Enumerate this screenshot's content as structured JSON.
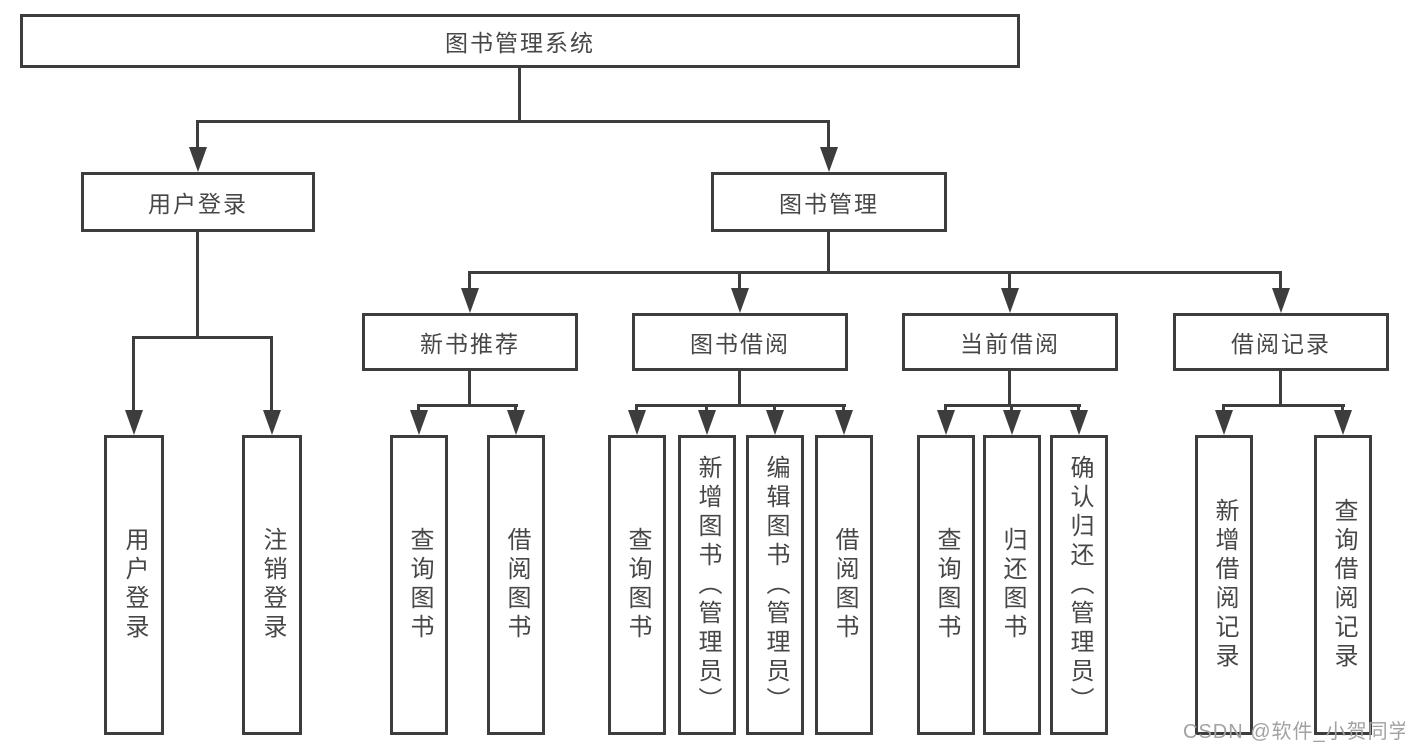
{
  "diagram": {
    "root_label": "图书管理系统",
    "level2": {
      "user_login": "用户登录",
      "book_management": "图书管理"
    },
    "level3": {
      "new_book_recommend": "新书推荐",
      "book_borrowing": "图书借阅",
      "current_borrowing": "当前借阅",
      "borrowing_records": "借阅记录"
    },
    "leaves": {
      "user_login": [
        "用户登录",
        "注销登录"
      ],
      "new_book_recommend": [
        "查询图书",
        "借阅图书"
      ],
      "book_borrowing": [
        "查询图书",
        "新增图书（管理员）",
        "编辑图书（管理员）",
        "借阅图书"
      ],
      "current_borrowing": [
        "查询图书",
        "归还图书",
        "确认归还（管理员）"
      ],
      "borrowing_records": [
        "新增借阅记录",
        "查询借阅记录"
      ]
    }
  },
  "watermark": {
    "text": "CSDN @软件_小贺同学"
  },
  "colors": {
    "stroke": "#3d3d3d",
    "node_text": "#474747",
    "watermark": "#a2a2a2",
    "background": "#ffffff"
  }
}
